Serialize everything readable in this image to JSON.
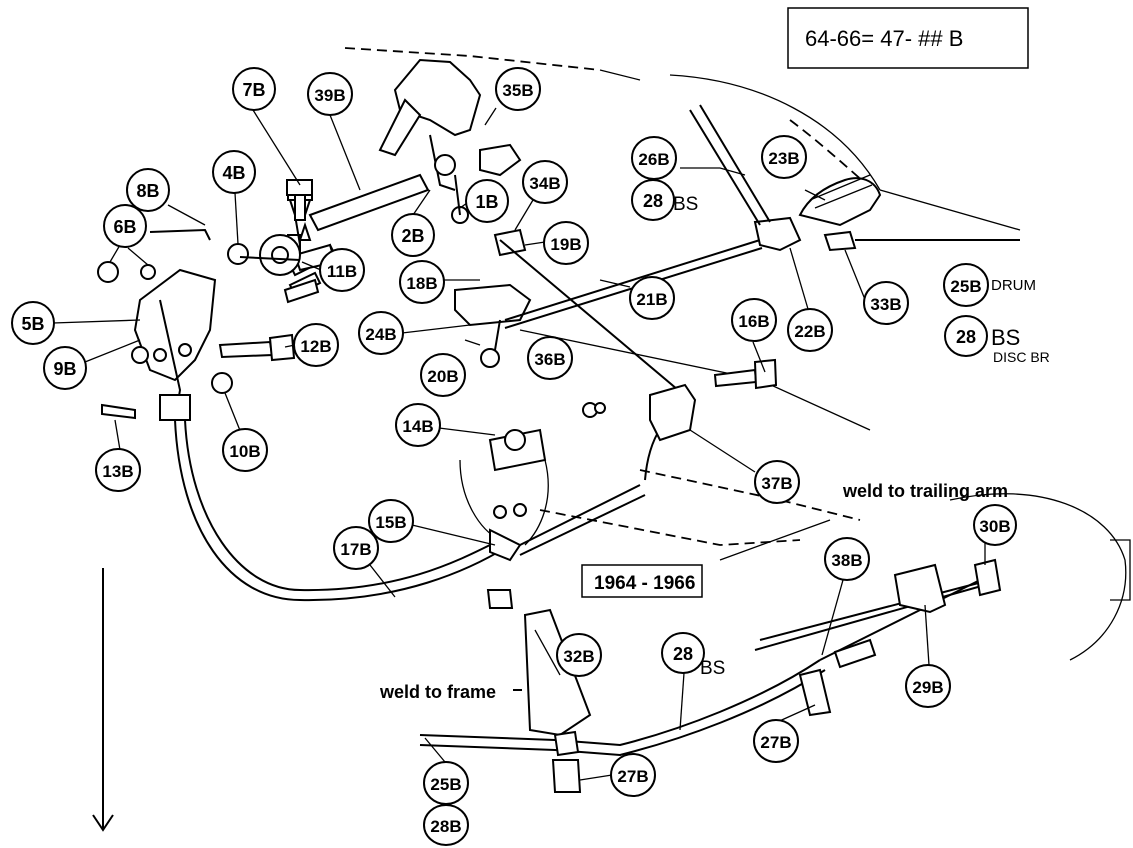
{
  "header_box": {
    "text": "64-66= 47- ## B"
  },
  "year_box": {
    "text": "1964 - 1966"
  },
  "annotations": {
    "weld_trailing_arm": "weld to trailing arm",
    "weld_frame": "weld to frame",
    "drum": "DRUM",
    "disc_br": "DISC BR",
    "bs_26": "BS",
    "bs_25": "BS",
    "bs_28": "BS"
  },
  "callouts": {
    "c7B": "7B",
    "c39B": "39B",
    "c35B": "35B",
    "c8B": "8B",
    "c4B": "4B",
    "c6B": "6B",
    "c2B": "2B",
    "c1B": "1B",
    "c34B": "34B",
    "c26B": "26B",
    "c28a": "28",
    "c23B": "23B",
    "c11B": "11B",
    "c19B": "19B",
    "c18B": "18B",
    "c21B": "21B",
    "c22B": "22B",
    "c33B": "33B",
    "c25Ba": "25B",
    "c28b": "28",
    "c5B": "5B",
    "c12B": "12B",
    "c24B": "24B",
    "c36B": "36B",
    "c20B": "20B",
    "c16B": "16B",
    "c9B": "9B",
    "c10B": "10B",
    "c13B": "13B",
    "c14B": "14B",
    "c37B": "37B",
    "c30B": "30B",
    "c15B": "15B",
    "c17B": "17B",
    "c38B": "38B",
    "c32B": "32B",
    "c28c": "28",
    "c29B": "29B",
    "c27Ba": "27B",
    "c25Bb": "25B",
    "c27Bb": "27B",
    "c28B": "28B"
  }
}
